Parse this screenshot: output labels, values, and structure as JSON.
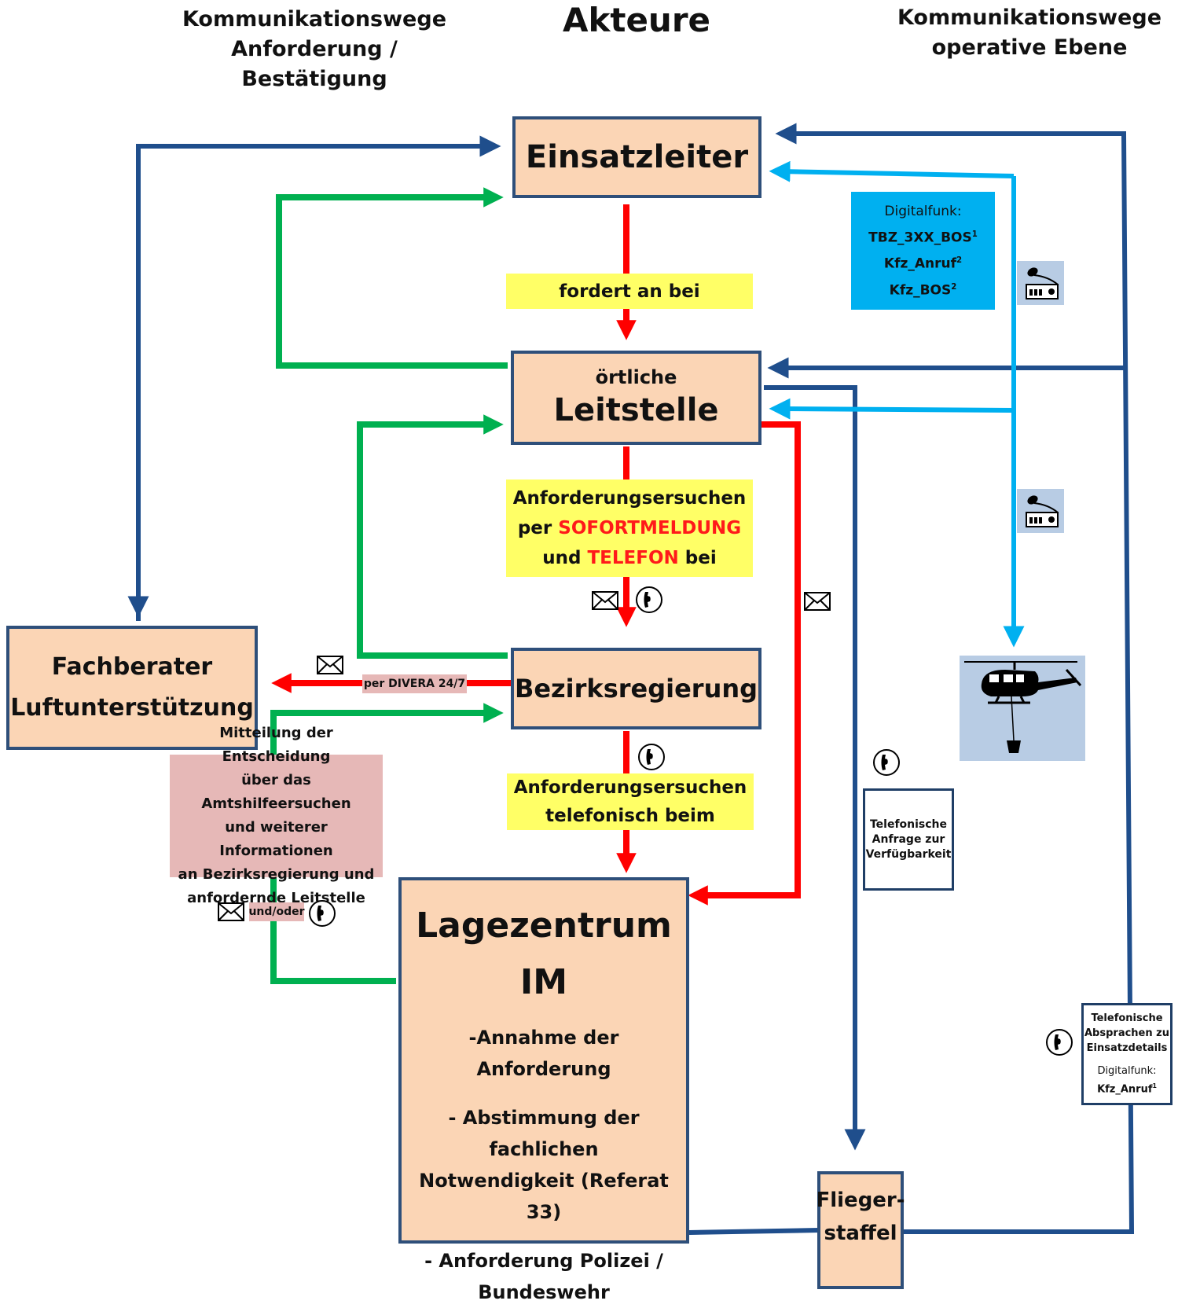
{
  "headers": {
    "left": [
      "Kommunikationswege",
      "Anforderung / Bestätigung"
    ],
    "center": "Akteure",
    "right": [
      "Kommunikationswege",
      "operative Ebene"
    ]
  },
  "boxes": {
    "einsatzleiter": "Einsatzleiter",
    "leitstelle_small": "örtliche",
    "leitstelle_big": "Leitstelle",
    "bezirksregierung": "Bezirksregierung",
    "fachberater": [
      "Fachberater",
      "Luftunterstützung"
    ],
    "lagezentrum_title": [
      "Lagezentrum",
      "IM"
    ],
    "lagezentrum_items": [
      "-Annahme der Anforderung",
      "- Abstimmung der fachlichen",
      "Notwendigkeit (Referat 33)",
      "- Anforderung Polizei /",
      "Bundeswehr"
    ],
    "fliegerstaffel": [
      "Flieger-",
      "staffel"
    ]
  },
  "labels": {
    "fordert": "fordert an bei",
    "anforderung1_l1": "Anforderungsersuchen",
    "anforderung1_per": "per",
    "anforderung1_sofort": "SOFORTMELDUNG",
    "anforderung1_und": "und",
    "anforderung1_tel": "TELEFON",
    "anforderung1_bei": "bei",
    "anforderung2": [
      "Anforderungsersuchen",
      "telefonisch beim"
    ],
    "divera": "per DIVERA 24/7",
    "mitteilung": [
      "Mitteilung der Entscheidung",
      "über das Amtshilfeersuchen",
      "und weiterer Informationen",
      "an Bezirksregierung und",
      "anfordernde Leitstelle"
    ],
    "undoder": "und/oder",
    "digitalfunk_title": "Digitalfunk:",
    "digitalfunk_items": [
      {
        "text": "TBZ_3XX_BOS",
        "sup": "1"
      },
      {
        "text": "Kfz_Anruf",
        "sup": "2"
      },
      {
        "text": "Kfz_BOS",
        "sup": "2"
      }
    ],
    "telefonische_anfrage": [
      "Telefonische",
      "Anfrage zur",
      "Verfügbarkeit"
    ],
    "telefonische_absprachen": [
      "Telefonische",
      "Absprachen zu",
      "Einsatzdetails"
    ],
    "absprachen_funk_title": "Digitalfunk:",
    "absprachen_funk_item": {
      "text": "Kfz_Anruf",
      "sup": "1"
    }
  },
  "icons": {
    "mail": "envelope-icon",
    "phone": "phone-icon",
    "radio": "radio-icon",
    "helicopter": "helicopter-icon"
  },
  "colors": {
    "box_fill": "#fbd5b5",
    "box_border": "#2e4f7a",
    "red_arrow": "#ff0000",
    "green_arrow": "#00b050",
    "navy_arrow": "#1f4e8c",
    "cyan_arrow": "#00b0f0",
    "yellow_label": "#ffff66",
    "pink_label": "#e6b8b7",
    "digitalfunk_box": "#00b0f0",
    "heli_bg": "#b8cce4"
  }
}
